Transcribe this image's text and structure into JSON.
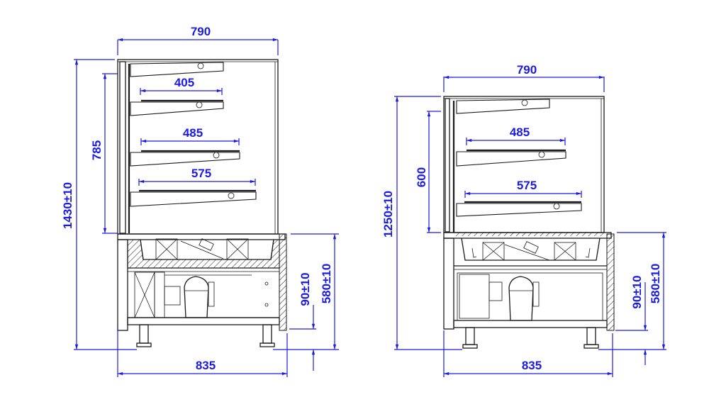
{
  "drawings": [
    {
      "name": "tall-display-case",
      "dimensions": {
        "top_width": "790",
        "shelf_1_depth": "405",
        "shelf_2_depth": "485",
        "shelf_3_depth": "575",
        "display_height": "785",
        "total_height": "1430±10",
        "foot_height": "90±10",
        "base_height": "580±10",
        "base_width": "835"
      }
    },
    {
      "name": "short-display-case",
      "dimensions": {
        "top_width": "790",
        "shelf_1_depth": "485",
        "shelf_2_depth": "575",
        "display_height": "600",
        "total_height": "1250±10",
        "foot_height": "90±10",
        "base_height": "580±10",
        "base_width": "835"
      }
    }
  ],
  "colors": {
    "dimension": "#1a1ae6",
    "outline": "#1a1a1a",
    "background": "#ffffff"
  }
}
